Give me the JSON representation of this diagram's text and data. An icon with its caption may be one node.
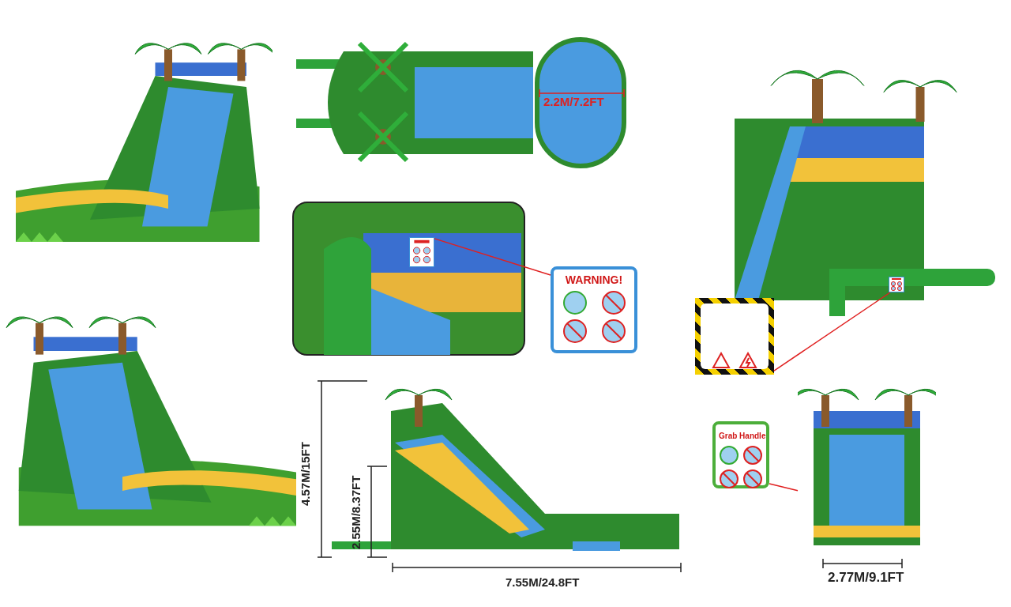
{
  "diagram": {
    "nodes": [
      {
        "text": [
          "WARNING!"
        ]
      },
      {
        "text": [],
        "shape": "picture"
      },
      {
        "text": [],
        "shape": "picture"
      },
      {
        "text": [],
        "shape": "picture"
      },
      {
        "text": [
          "Grab Handle"
        ]
      },
      {
        "text": [],
        "shape": "picture"
      }
    ],
    "edges": [
      {
        "from": 0,
        "to": 1,
        "arrow": "none"
      },
      {
        "from": 2,
        "to": 3,
        "arrow": "none"
      },
      {
        "from": 4,
        "to": 5,
        "arrow": "none"
      }
    ],
    "labels": [
      "2.2M/7.2FT",
      "4.57M/15FT",
      "2.55M/8.37FT",
      "7.55M/24.8FT",
      "2.77M/9.1FT"
    ]
  }
}
